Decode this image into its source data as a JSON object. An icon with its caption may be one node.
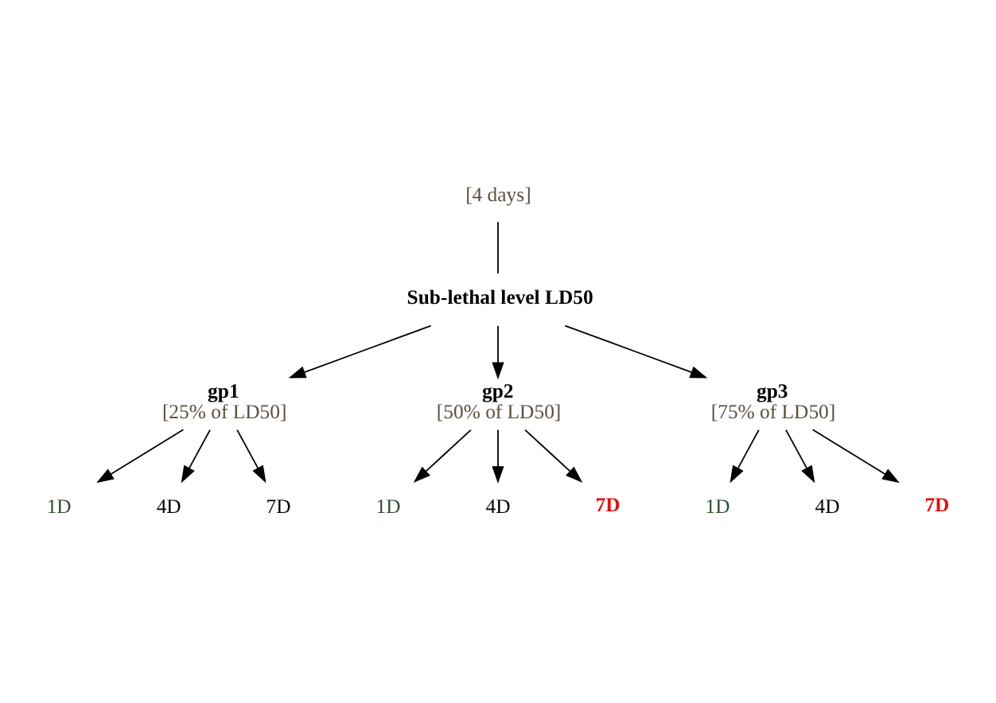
{
  "diagram": {
    "nodes": [
      {
        "text": [
          "[4 days]"
        ]
      },
      {
        "text": [
          "Sub-lethal level LD50"
        ]
      },
      {
        "text": [
          "gp1",
          "[25% of LD50]"
        ]
      },
      {
        "text": [
          "gp2",
          "[50% of LD50]"
        ]
      },
      {
        "text": [
          "gp3",
          "[75% of LD50]"
        ]
      },
      {
        "text": [
          "1D"
        ]
      },
      {
        "text": [
          "4D"
        ]
      },
      {
        "text": [
          "7D"
        ]
      },
      {
        "text": [
          "1D"
        ]
      },
      {
        "text": [
          "4D"
        ]
      },
      {
        "text": [
          "7D"
        ]
      },
      {
        "text": [
          "1D"
        ]
      },
      {
        "text": [
          "4D"
        ]
      },
      {
        "text": [
          "7D"
        ]
      }
    ],
    "edges": [
      {
        "from": 0,
        "to": 1,
        "arrow": "none"
      },
      {
        "from": 1,
        "to": 2,
        "arrow": "to"
      },
      {
        "from": 1,
        "to": 3,
        "arrow": "to"
      },
      {
        "from": 1,
        "to": 4,
        "arrow": "to"
      },
      {
        "from": 2,
        "to": 5,
        "arrow": "to"
      },
      {
        "from": 2,
        "to": 6,
        "arrow": "to"
      },
      {
        "from": 2,
        "to": 7,
        "arrow": "to"
      },
      {
        "from": 3,
        "to": 8,
        "arrow": "to"
      },
      {
        "from": 3,
        "to": 9,
        "arrow": "to"
      },
      {
        "from": 3,
        "to": 10,
        "arrow": "to"
      },
      {
        "from": 4,
        "to": 11,
        "arrow": "to"
      },
      {
        "from": 4,
        "to": 12,
        "arrow": "to"
      },
      {
        "from": 4,
        "to": 13,
        "arrow": "to"
      }
    ]
  }
}
